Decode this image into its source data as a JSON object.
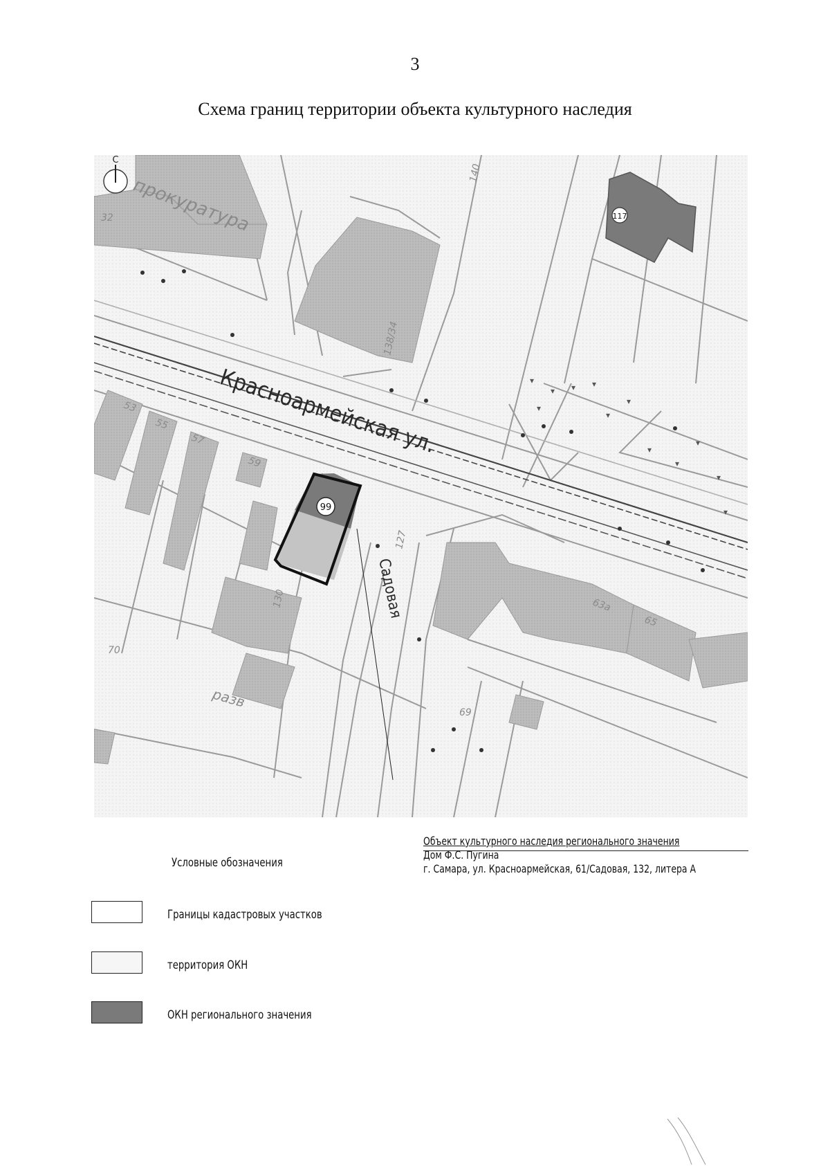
{
  "page": {
    "number": "3",
    "title": "Схема границ территории объекта культурного наследия"
  },
  "map": {
    "north_label": "С",
    "street_main": "Красноармейская ул.",
    "street_side": "Садовая",
    "institution_label": "прокуратура",
    "okn_marker": "99",
    "other_okn_marker": "117",
    "house_numbers": {
      "h32": "32",
      "h53": "53",
      "h55": "55",
      "h57": "57",
      "h59": "59",
      "h70": "70",
      "h69": "69",
      "h65": "65",
      "h63a": "63а",
      "h130": "130",
      "h127": "127",
      "h138_34": "138/34",
      "h140": "140"
    },
    "misc_label": "разв"
  },
  "callout": {
    "title": "Объект культурного наследия регионального значения",
    "name": "Дом Ф.С. Пугина",
    "address": "г. Самара, ул. Красноармейская, 61/Садовая, 132, литера А"
  },
  "legend": {
    "title": "Условные обозначения",
    "items": [
      {
        "label": "Границы кадастровых участков",
        "fill": "#ffffff"
      },
      {
        "label": "территория ОКН",
        "fill": "#f6f6f6"
      },
      {
        "label": "ОКН регионального значения",
        "fill": "#7a7a7a"
      }
    ]
  },
  "colors": {
    "okn": "#7a7a7a",
    "okn_territory": "#c4c4c4",
    "building": "#b6b6b6",
    "line": "#9a9a9a",
    "rail": "#555555"
  }
}
